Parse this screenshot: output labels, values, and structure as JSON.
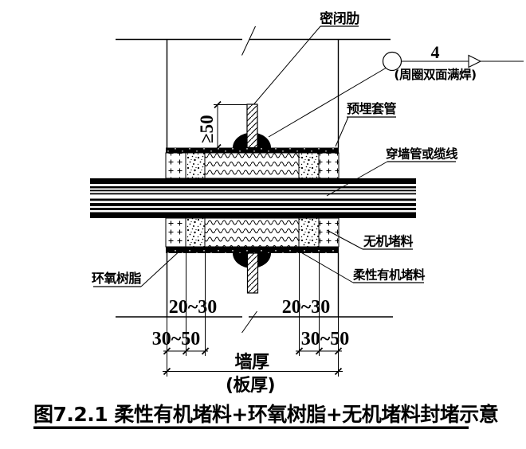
{
  "figure": {
    "title": "图7.2.1 柔性有机堵料+环氧树脂+无机堵料封堵示意",
    "labels": {
      "seal_rib": "密闭肋",
      "weld_number": "4",
      "weld_note": "(周圈双面满焊)",
      "embedded_sleeve": "预埋套管",
      "wall_pipe_or_cable": "穿墙管或缆线",
      "inorganic_sealant": "无机堵料",
      "flexible_organic_sealant": "柔性有机堵料",
      "epoxy_resin": "环氧树脂"
    },
    "dimensions": {
      "rib_height_min": "≥50",
      "epoxy_width_left": "20~30",
      "epoxy_width_right": "20~30",
      "inorganic_width_left": "30~50",
      "inorganic_width_right": "30~50",
      "wall_thickness": "墙厚",
      "slab_thickness": "(板厚)"
    },
    "colors": {
      "line": "#000000",
      "background": "#ffffff"
    }
  }
}
